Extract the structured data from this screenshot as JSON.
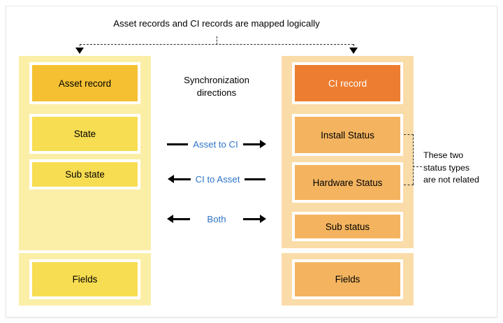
{
  "diagram": {
    "title": "Asset records and CI records are mapped logically",
    "colors": {
      "asset_record": "#F5C132",
      "asset_field": "#F7DD52",
      "asset_container": "#FBEFA8",
      "ci_record": "#ED7D31",
      "ci_field": "#F4B45F",
      "ci_container": "#FADCA8",
      "legend_label": "#2E74C8",
      "connector": "#2B2B2B",
      "frame_border": "#E9E9E9"
    },
    "left_column": {
      "name": "asset-column",
      "main_nodes": [
        {
          "label": "Asset record",
          "style": "header"
        },
        {
          "label": "State",
          "style": "field"
        },
        {
          "label": "Sub state",
          "style": "field"
        }
      ],
      "detached_node": {
        "label": "Fields",
        "style": "field"
      }
    },
    "right_column": {
      "name": "ci-column",
      "main_nodes": [
        {
          "label": "CI record",
          "style": "header"
        },
        {
          "label": "Install Status",
          "style": "field"
        },
        {
          "label": "Hardware Status",
          "style": "field"
        },
        {
          "label": "Sub status",
          "style": "field"
        }
      ],
      "detached_node": {
        "label": "Fields",
        "style": "field"
      }
    },
    "legend": {
      "heading_line1": "Synchronization",
      "heading_line2": "directions",
      "rows": [
        {
          "label": "Asset to CI",
          "left": "line",
          "right": "arrow"
        },
        {
          "label": "CI to Asset",
          "left": "arrow",
          "right": "line"
        },
        {
          "label": "Both",
          "left": "arrow",
          "right": "arrow"
        }
      ]
    },
    "annotation": {
      "line1": "These two",
      "line2": "status types",
      "line3": "are not related"
    }
  }
}
